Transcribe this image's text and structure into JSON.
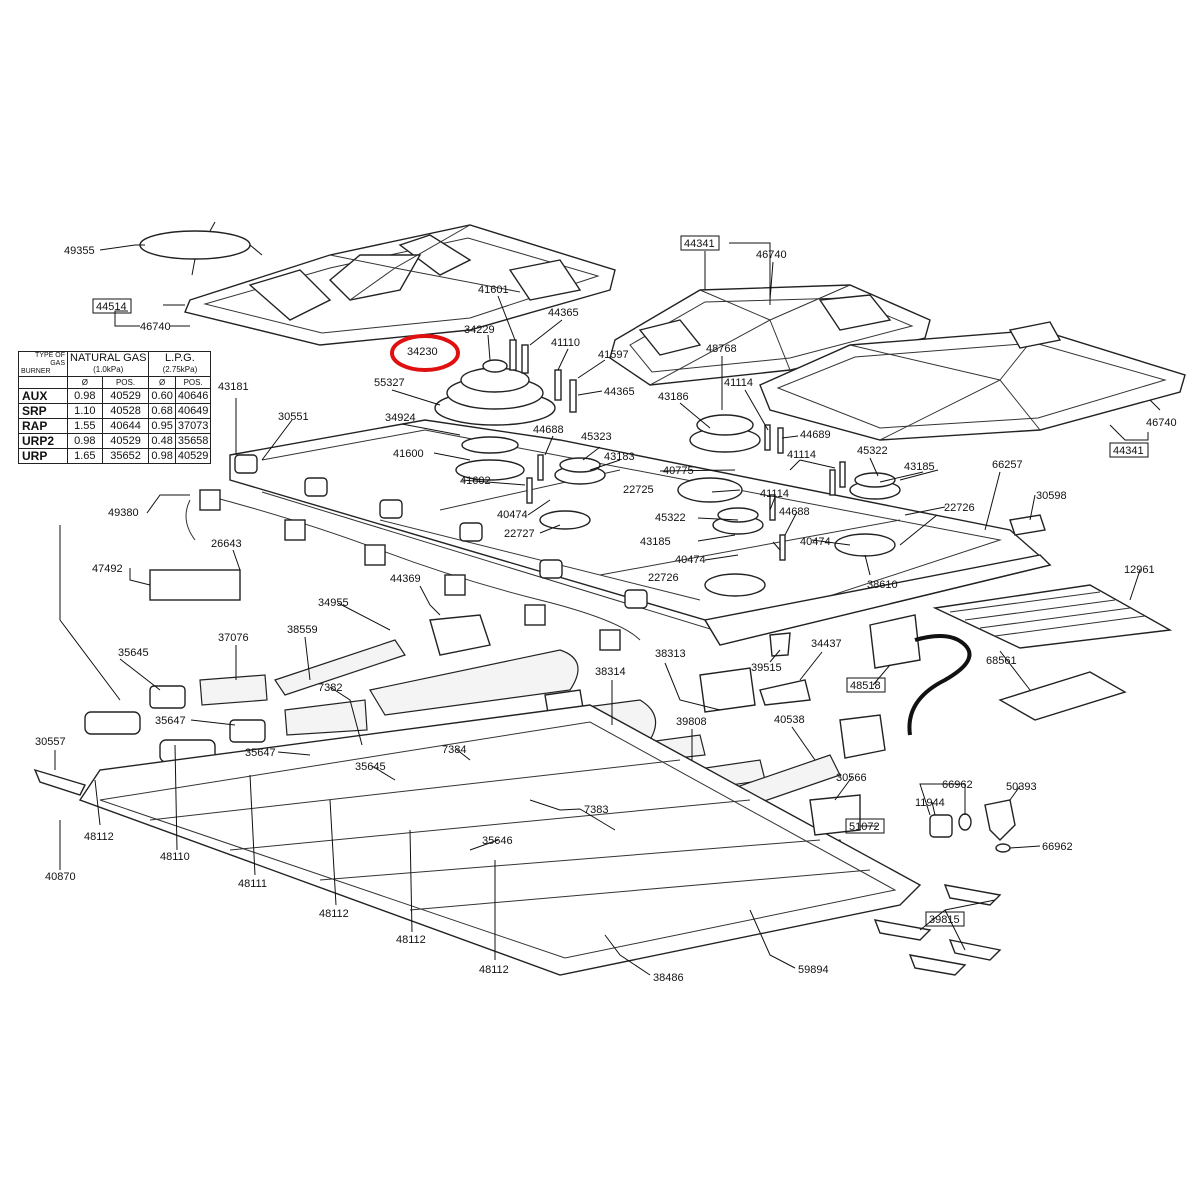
{
  "gas_table": {
    "corner_top": "TYPE OF GAS",
    "corner_bottom": "BURNER",
    "natural_gas_label": "NATURAL GAS",
    "natural_gas_pressure": "(1.0kPa)",
    "lpg_label": "L.P.G.",
    "lpg_pressure": "(2.75kPa)",
    "col_diameter": "Ø",
    "col_pos": "POS.",
    "rows": [
      {
        "burner": "AUX",
        "ng_d": "0.98",
        "ng_pos": "40529",
        "lpg_d": "0.60",
        "lpg_pos": "40646"
      },
      {
        "burner": "SRP",
        "ng_d": "1.10",
        "ng_pos": "40528",
        "lpg_d": "0.68",
        "lpg_pos": "40649"
      },
      {
        "burner": "RAP",
        "ng_d": "1.55",
        "ng_pos": "40644",
        "lpg_d": "0.95",
        "lpg_pos": "37073"
      },
      {
        "burner": "URP2",
        "ng_d": "0.98",
        "ng_pos": "40529",
        "lpg_d": "0.48",
        "lpg_pos": "35658"
      },
      {
        "burner": "URP",
        "ng_d": "1.65",
        "ng_pos": "35652",
        "lpg_d": "0.98",
        "lpg_pos": "40529"
      }
    ]
  },
  "highlighted_part": "34230",
  "callouts": [
    {
      "id": "c49355",
      "text": "49355",
      "boxed": false
    },
    {
      "id": "c44514",
      "text": "44514",
      "boxed": true
    },
    {
      "id": "c46740a",
      "text": "46740",
      "boxed": false
    },
    {
      "id": "c44341a",
      "text": "44341",
      "boxed": true
    },
    {
      "id": "c46740b",
      "text": "46740",
      "boxed": false
    },
    {
      "id": "c41601",
      "text": "41601",
      "boxed": false
    },
    {
      "id": "c34229",
      "text": "34229",
      "boxed": false
    },
    {
      "id": "c44365a",
      "text": "44365",
      "boxed": false
    },
    {
      "id": "c34230",
      "text": "34230",
      "boxed": false
    },
    {
      "id": "c41110",
      "text": "41110",
      "boxed": false
    },
    {
      "id": "c41597",
      "text": "41597",
      "boxed": false
    },
    {
      "id": "c48768",
      "text": "48768",
      "boxed": false
    },
    {
      "id": "c55327",
      "text": "55327",
      "boxed": false
    },
    {
      "id": "c44365b",
      "text": "44365",
      "boxed": false
    },
    {
      "id": "c43181",
      "text": "43181",
      "boxed": false
    },
    {
      "id": "c30551",
      "text": "30551",
      "boxed": false
    },
    {
      "id": "c34924",
      "text": "34924",
      "boxed": false
    },
    {
      "id": "c43186",
      "text": "43186",
      "boxed": false
    },
    {
      "id": "c41114a",
      "text": "41114",
      "boxed": false
    },
    {
      "id": "c46740c",
      "text": "46740",
      "boxed": false
    },
    {
      "id": "c44688a",
      "text": "44688",
      "boxed": false
    },
    {
      "id": "c45323",
      "text": "45323",
      "boxed": false
    },
    {
      "id": "c44689",
      "text": "44689",
      "boxed": false
    },
    {
      "id": "c44341b",
      "text": "44341",
      "boxed": true
    },
    {
      "id": "c41600",
      "text": "41600",
      "boxed": false
    },
    {
      "id": "c43183",
      "text": "43183",
      "boxed": false
    },
    {
      "id": "c41114b",
      "text": "41114",
      "boxed": false
    },
    {
      "id": "c45322a",
      "text": "45322",
      "boxed": false
    },
    {
      "id": "c66257",
      "text": "66257",
      "boxed": false
    },
    {
      "id": "c41602",
      "text": "41602",
      "boxed": false
    },
    {
      "id": "c40775",
      "text": "40775",
      "boxed": false
    },
    {
      "id": "c43185a",
      "text": "43185",
      "boxed": false
    },
    {
      "id": "c22725",
      "text": "22725",
      "boxed": false
    },
    {
      "id": "c41114c",
      "text": "41114",
      "boxed": false
    },
    {
      "id": "c30598",
      "text": "30598",
      "boxed": false
    },
    {
      "id": "c40474a",
      "text": "40474",
      "boxed": false
    },
    {
      "id": "c45322b",
      "text": "45322",
      "boxed": false
    },
    {
      "id": "c44688b",
      "text": "44688",
      "boxed": false
    },
    {
      "id": "c22726a",
      "text": "22726",
      "boxed": false
    },
    {
      "id": "c49380",
      "text": "49380",
      "boxed": false
    },
    {
      "id": "c22727",
      "text": "22727",
      "boxed": false
    },
    {
      "id": "c43185b",
      "text": "43185",
      "boxed": false
    },
    {
      "id": "c40474b",
      "text": "40474",
      "boxed": false
    },
    {
      "id": "c26643",
      "text": "26643",
      "boxed": false
    },
    {
      "id": "c40474c",
      "text": "40474",
      "boxed": false
    },
    {
      "id": "c38610",
      "text": "38610",
      "boxed": false
    },
    {
      "id": "c22726b",
      "text": "22726",
      "boxed": false
    },
    {
      "id": "c47492",
      "text": "47492",
      "boxed": false
    },
    {
      "id": "c44369",
      "text": "44369",
      "boxed": false
    },
    {
      "id": "c12961",
      "text": "12961",
      "boxed": false
    },
    {
      "id": "c34955",
      "text": "34955",
      "boxed": false
    },
    {
      "id": "c37076",
      "text": "37076",
      "boxed": false
    },
    {
      "id": "c38559",
      "text": "38559",
      "boxed": false
    },
    {
      "id": "c38313",
      "text": "38313",
      "boxed": false
    },
    {
      "id": "c34437",
      "text": "34437",
      "boxed": false
    },
    {
      "id": "c35645a",
      "text": "35645",
      "boxed": false
    },
    {
      "id": "c38314",
      "text": "38314",
      "boxed": false
    },
    {
      "id": "c39515",
      "text": "39515",
      "boxed": false
    },
    {
      "id": "c68561",
      "text": "68561",
      "boxed": false
    },
    {
      "id": "c48518",
      "text": "48518",
      "boxed": true
    },
    {
      "id": "c7382",
      "text": "7382",
      "boxed": false
    },
    {
      "id": "c35647a",
      "text": "35647",
      "boxed": false
    },
    {
      "id": "c39808",
      "text": "39808",
      "boxed": false
    },
    {
      "id": "c40538",
      "text": "40538",
      "boxed": false
    },
    {
      "id": "c35647b",
      "text": "35647",
      "boxed": false
    },
    {
      "id": "c7384",
      "text": "7384",
      "boxed": false
    },
    {
      "id": "c30557",
      "text": "30557",
      "boxed": false
    },
    {
      "id": "c35645b",
      "text": "35645",
      "boxed": false
    },
    {
      "id": "c66962a",
      "text": "66962",
      "boxed": false
    },
    {
      "id": "c50393",
      "text": "50393",
      "boxed": false
    },
    {
      "id": "c11944",
      "text": "11944",
      "boxed": false
    },
    {
      "id": "c30566",
      "text": "30566",
      "boxed": false
    },
    {
      "id": "c7383",
      "text": "7383",
      "boxed": false
    },
    {
      "id": "c51072",
      "text": "51072",
      "boxed": true
    },
    {
      "id": "c35646",
      "text": "35646",
      "boxed": false
    },
    {
      "id": "c66962b",
      "text": "66962",
      "boxed": false
    },
    {
      "id": "c48112a",
      "text": "48112",
      "boxed": false
    },
    {
      "id": "c48110",
      "text": "48110",
      "boxed": false
    },
    {
      "id": "c40870",
      "text": "40870",
      "boxed": false
    },
    {
      "id": "c48111",
      "text": "48111",
      "boxed": false
    },
    {
      "id": "c48112b",
      "text": "48112",
      "boxed": false
    },
    {
      "id": "c39815",
      "text": "39815",
      "boxed": true
    },
    {
      "id": "c48112c",
      "text": "48112",
      "boxed": false
    },
    {
      "id": "c48112d",
      "text": "48112",
      "boxed": false
    },
    {
      "id": "c38486",
      "text": "38486",
      "boxed": false
    },
    {
      "id": "c59894",
      "text": "59894",
      "boxed": false
    }
  ]
}
